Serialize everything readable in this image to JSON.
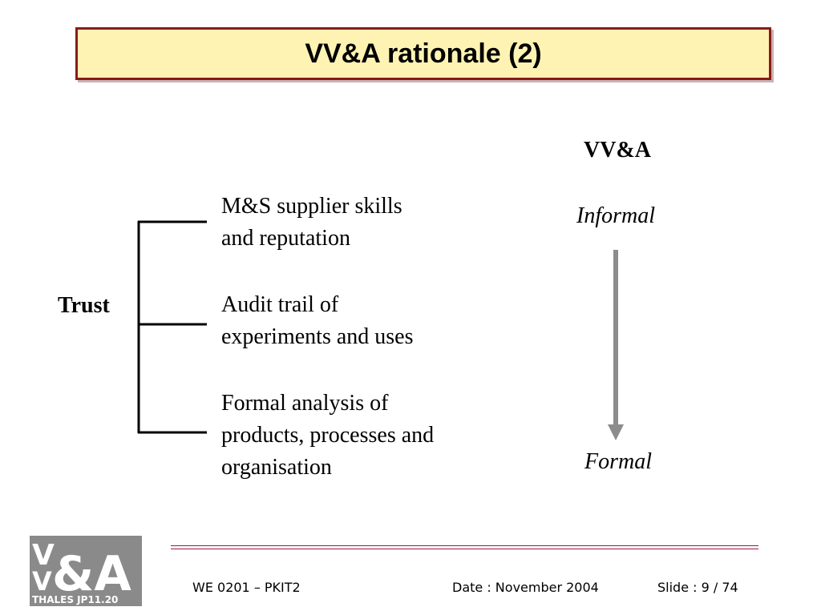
{
  "slide": {
    "title": "VV&A rationale (2)"
  },
  "diagram": {
    "trust_label": "Trust",
    "items": [
      {
        "line1": "M&S supplier skills",
        "line2": "and reputation"
      },
      {
        "line1": "Audit trail of",
        "line2": "experiments and uses"
      },
      {
        "line1": "Formal analysis of",
        "line2": "products, processes and",
        "line3": "organisation"
      }
    ],
    "scale_heading": "VV&A",
    "scale_top": "Informal",
    "scale_bottom": "Formal"
  },
  "footer": {
    "code": "WE 0201 – PKIT2",
    "date": "Date : November 2004",
    "slide": "Slide : 9 / 74"
  },
  "logo": {
    "line_v1": "V",
    "line_v2": "V",
    "amp_a": "&A",
    "caption": "THALES JP11.20"
  },
  "colors": {
    "title_bg": "#fff3b3",
    "title_border": "#8b1a1a",
    "arrow": "#8c8c8c",
    "footer_rule": "#a0174a",
    "logo_bg": "#8a8a8a"
  }
}
